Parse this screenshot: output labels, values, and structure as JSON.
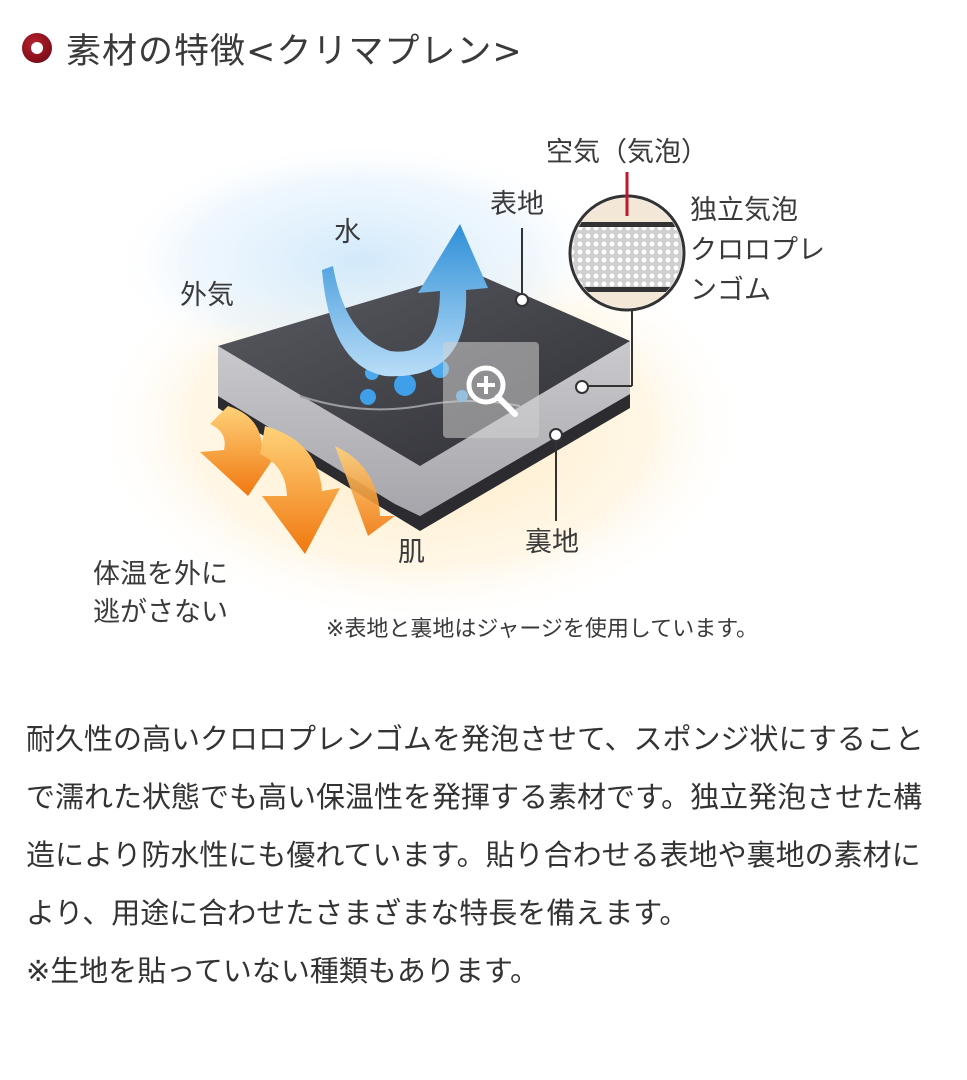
{
  "section": {
    "title": "素材の特徴<クリマプレン>"
  },
  "diagram": {
    "labels": {
      "air_bubble": "空気（気泡）",
      "outer_fabric": "表地",
      "water": "水",
      "outside_air": "外気",
      "closed_cell_line1": "独立気泡",
      "closed_cell_line2": "クロロプレ",
      "closed_cell_line3": "ンゴム",
      "inner_fabric": "裏地",
      "skin": "肌",
      "keep_warm_line1": "体温を外に",
      "keep_warm_line2": "逃がさない",
      "note": "※表地と裏地はジャージを使用しています。"
    },
    "colors": {
      "accent": "#8a101c",
      "water_blue": "#2f8fd8",
      "heat_orange": "#f08a1c",
      "fabric_dark": "#3a3a40"
    }
  },
  "description": {
    "paragraph": "耐久性の高いクロロプレンゴムを発泡させて、スポンジ状にすることで濡れた状態でも高い保温性を発揮する素材です。独立発泡させた構造により防水性にも優れています。貼り合わせる表地や裏地の素材により、用途に合わせたさまざまな特長を備えます。",
    "footnote": "※生地を貼っていない種類もあります。"
  }
}
